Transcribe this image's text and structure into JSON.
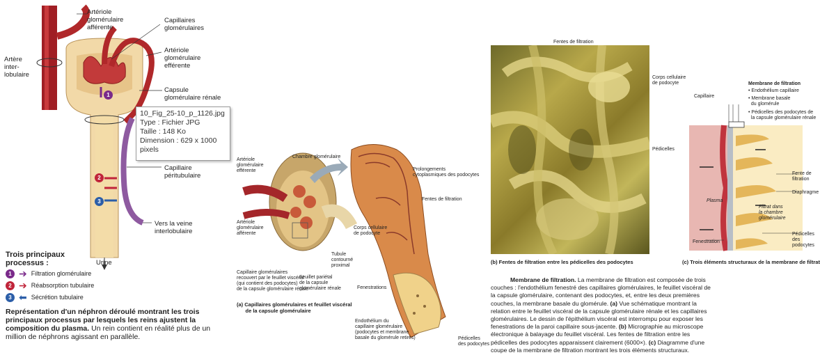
{
  "left_diagram": {
    "labels": {
      "arteriole_afferent": "Artériole\nglomérulaire\nafférente",
      "capillaires_glomerulaires": "Capillaires\nglomérulaires",
      "arteriole_efferent": "Artériole\nglomérulaire\nefférente",
      "capsule": "Capsule\nglomérulaire rénale",
      "artere": "Artère\ninter-\nlobulaire",
      "capillaire_peritubulaire": "Capillaire\npéritubulaire",
      "veine": "Vers la veine\ninterlobulaire",
      "urine": "Urine"
    },
    "markers": [
      "1",
      "2",
      "3"
    ],
    "processes_title": "Trois principaux\nprocessus :",
    "processes": [
      {
        "num": "1",
        "label": "Filtration glomérulaire",
        "color": "#7a2a8a"
      },
      {
        "num": "2",
        "label": "Réabsorption tubulaire",
        "color": "#c0243a"
      },
      {
        "num": "3",
        "label": "Sécrétion tubulaire",
        "color": "#2c5ea8"
      }
    ],
    "caption_bold": "Représentation d'un néphron déroulé montrant les trois principaux processus par lesquels les reins ajustent la composition du plasma.",
    "caption_rest": " Un rein contient en réalité plus de un million de néphrons agissant en parallèle."
  },
  "tooltip": {
    "filename": "10_Fig_25-10_p_1126.jpg",
    "type": "Type : Fichier JPG",
    "size": "Taille : 148 Ko",
    "dimension": "Dimension : 629 x 1000",
    "dimension_unit": "pixels"
  },
  "middle_diagram": {
    "labels": {
      "arteriole_afferente": "Artériole\nglomérulaire\nefférente",
      "chambre": "Chambre glomérulaire",
      "arteriole_afferente2": "Artériole\nglomérulaire\nafférente",
      "capillaires_recouvert": "Capillaire glomérulaires\nrecouvert par le feuillet viscéral\n(qui contient des podocytes)\nde la capsule glomérulaire rénale",
      "feuillet_parietal": "Feuillet pariétal\nde la capsule\nglomérulaire rénale",
      "tubule": "Tubule\ncontourné\nproximal",
      "prolongements": "Prolongements\ncytoplasmiques des podocytes",
      "fentes": "Fentes de filtration",
      "corps_cellulaire": "Corps cellulaire\nde podocyte",
      "fenestrations": "Fenestrations",
      "endothelium": "Endothélium du\ncapillaire glomérulaire\n(podocytes et membrane\nbasale du glomérule retirés)",
      "pedicelles": "Pédicelles\ndes podocytes"
    },
    "caption": "(a) Capillaires glomérulaires et feuillet viscéral\n      de la capsule glomérulaire"
  },
  "micrograph": {
    "labels": {
      "top": "Fentes de filtration",
      "corps": "Corps cellulaire\nde podocyte",
      "pedicelles": "Pédicelles"
    },
    "caption": "(b) Fentes de filtration entre les pédicelles des podocytes"
  },
  "membrane_diagram": {
    "labels": {
      "title": "Membrane de filtration",
      "endothelium": "• Endothélium capillaire",
      "membrane_basale": "• Membrane basale\n  du glomérule",
      "pedicelles_list": "• Pédicelles des podocytes de\n  la capsule glomérulaire rénale",
      "capillaire": "Capillaire",
      "fente": "Fente de\nfiltration",
      "diaphragme": "Diaphragme",
      "plasma": "Plasma",
      "filtrat": "Filtrat dans\nla chambre\nglomérulaire",
      "fenestration": "Fenestration",
      "pedicelles": "Pédicelles\ndes\npodocytes"
    },
    "caption": "(c) Trois éléments structuraux de la membrane de filtration"
  },
  "right_caption": {
    "bold": "Membrane de filtration.",
    "text": " La membrane de filtration est composée de trois couches : l'endothélium fenestré des capillaires glomérulaires, le feuillet viscéral de la capsule glomérulaire, contenant des podocytes, et, entre les deux premières couches, la membrane basale du glomérule. ",
    "a_bold": "(a)",
    "a_text": " Vue schématique montrant la relation entre le feuillet viscéral de la capsule glomérulaire rénale et les capillaires glomérulaires. Le dessin de l'épithélium viscéral est interrompu pour exposer les fenestrations de la paroi capillaire sous-jacente. ",
    "b_bold": "(b)",
    "b_text": " Micrographie au microscope électronique à balayage du feuillet viscéral. Les fentes de filtration entre les pédicelles des podocytes apparaissent clairement (6000×). ",
    "c_bold": "(c)",
    "c_text": " Diagramme d'une coupe de la membrane de filtration montrant les trois éléments structuraux."
  }
}
